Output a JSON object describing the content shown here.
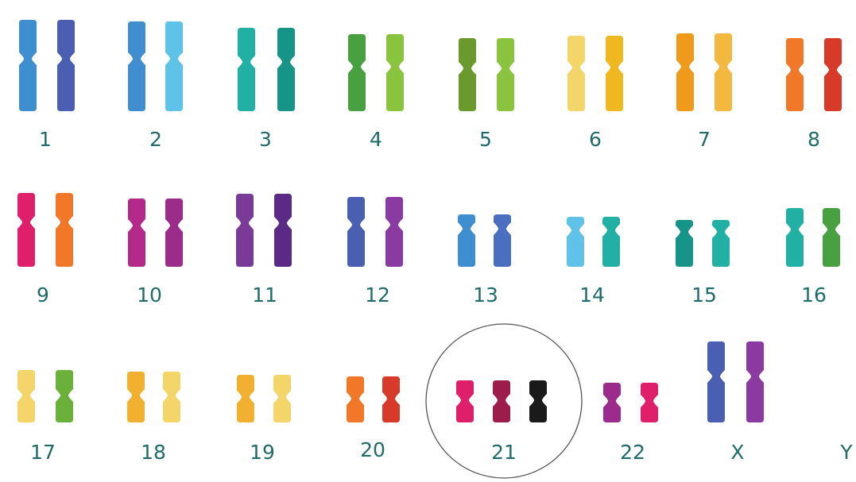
{
  "karyotype": {
    "highlight_color": "#555555",
    "label_color": "#1e6b6a",
    "pairs": [
      {
        "label": "1",
        "chromatids": [
          "#3f8fd0",
          "#4a5eb2"
        ]
      },
      {
        "label": "2",
        "chromatids": [
          "#3f8fd0",
          "#5fc2e8"
        ]
      },
      {
        "label": "3",
        "chromatids": [
          "#22b0a4",
          "#169488"
        ]
      },
      {
        "label": "4",
        "chromatids": [
          "#48a040",
          "#8ac43f"
        ]
      },
      {
        "label": "5",
        "chromatids": [
          "#6a9a2c",
          "#8ac43f"
        ]
      },
      {
        "label": "6",
        "chromatids": [
          "#f4d56a",
          "#f0b820"
        ]
      },
      {
        "label": "7",
        "chromatids": [
          "#f09a1c",
          "#f2b840"
        ]
      },
      {
        "label": "8",
        "chromatids": [
          "#f07828",
          "#d83a2a"
        ]
      },
      {
        "label": "9",
        "chromatids": [
          "#e01f6a",
          "#f07828"
        ]
      },
      {
        "label": "10",
        "chromatids": [
          "#b42a8a",
          "#9c2c8c"
        ]
      },
      {
        "label": "11",
        "chromatids": [
          "#7a3a98",
          "#5a2a86"
        ]
      },
      {
        "label": "12",
        "chromatids": [
          "#4a5eb2",
          "#8a3aa0"
        ]
      },
      {
        "label": "13",
        "chromatids": [
          "#3f8fd0",
          "#4a6fc0"
        ]
      },
      {
        "label": "14",
        "chromatids": [
          "#5fc2e8",
          "#22b0a4"
        ]
      },
      {
        "label": "15",
        "chromatids": [
          "#169488",
          "#22b0a4"
        ]
      },
      {
        "label": "16",
        "chromatids": [
          "#22b0a4",
          "#48a040"
        ]
      },
      {
        "label": "17",
        "chromatids": [
          "#f4d56a",
          "#6ab03a"
        ]
      },
      {
        "label": "18",
        "chromatids": [
          "#f2b030",
          "#f4d56a"
        ]
      },
      {
        "label": "19",
        "chromatids": [
          "#f2b030",
          "#f4d56a"
        ]
      },
      {
        "label": "20",
        "chromatids": [
          "#f07828",
          "#d83a2a"
        ]
      },
      {
        "label": "21",
        "chromatids": [
          "#e01f6a",
          "#9c1c4a",
          "#1a1a1a"
        ],
        "highlighted": true
      },
      {
        "label": "22",
        "chromatids": [
          "#9c2c8c",
          "#e01f6a"
        ]
      },
      {
        "label": "X",
        "chromatids": [
          "#4a5eb2",
          "#8a3aa0"
        ]
      },
      {
        "label": "Y",
        "chromatids": []
      }
    ]
  }
}
